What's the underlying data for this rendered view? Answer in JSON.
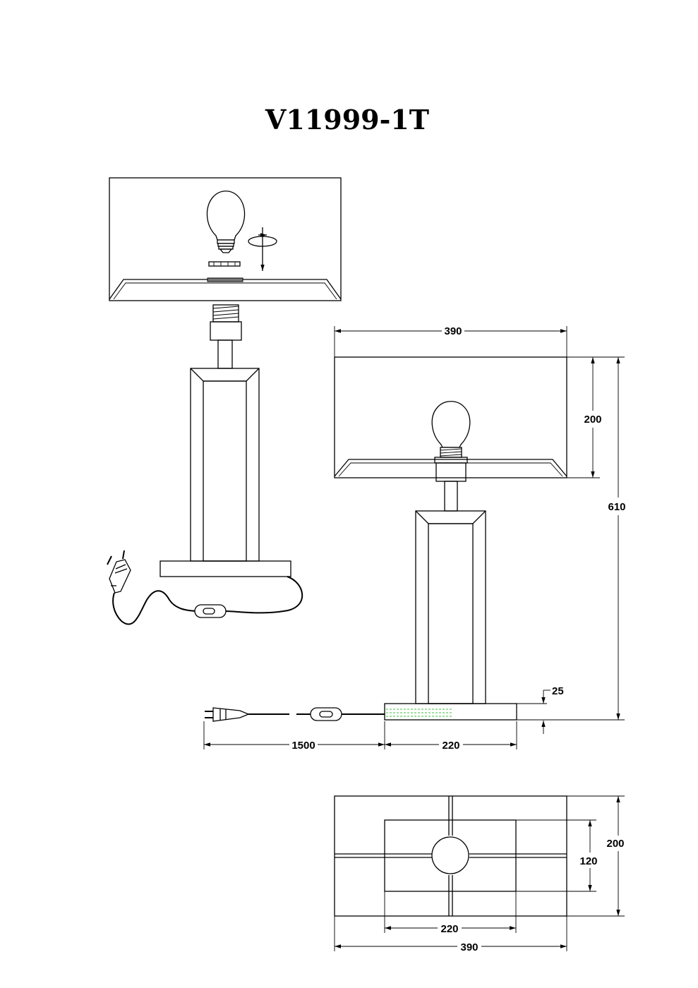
{
  "title": "V11999-1T",
  "dimensions": {
    "shade_width": "390",
    "shade_height": "200",
    "total_height": "610",
    "base_thickness": "25",
    "cord_length": "1500",
    "base_width": "220",
    "top_outer_depth": "200",
    "top_inner_depth": "120",
    "top_inner_width": "220",
    "top_outer_width": "390"
  },
  "icons": {
    "bulb": "light-bulb-icon",
    "plug": "plug-icon",
    "switch": "inline-switch-icon",
    "rotate": "rotate-screw-icon"
  },
  "colors": {
    "line": "#000000",
    "cable_highlight": "#3cc23c"
  }
}
